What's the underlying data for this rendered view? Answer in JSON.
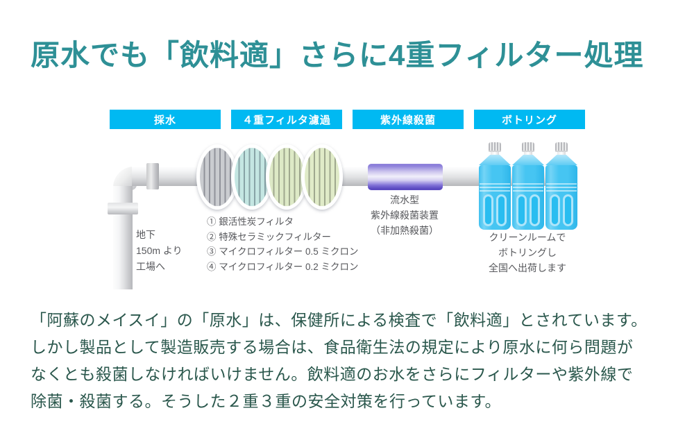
{
  "title": {
    "text": "原水でも「飲料適」さらに4重フィルター処理"
  },
  "steps": [
    {
      "label": "採水"
    },
    {
      "label": "４重フィルタ濾過"
    },
    {
      "label": "紫外線殺菌"
    },
    {
      "label": "ボトリング"
    }
  ],
  "diagram": {
    "source_note": {
      "lines": [
        "地下",
        "150m より",
        "工場へ"
      ]
    },
    "filter_list": {
      "items": [
        "① 銀活性炭フィルタ",
        "② 特殊セラミックフィルター",
        "③ マイクロフィルター 0.5 ミクロン",
        "④ マイクロフィルター 0.2 ミクロン"
      ]
    },
    "uv_note": {
      "lines": [
        "流水型",
        "紫外線殺菌装置",
        "（非加熱殺菌）"
      ]
    },
    "bottling_note": {
      "lines": [
        "クリーンルームで",
        "ボトリングし",
        "全国へ出荷します"
      ]
    }
  },
  "description": {
    "lines": [
      "「阿蘇のメイスイ」の「原水」は、保健所による検査で「飲料適」とされています。",
      "しかし製品として製造販売する場合は、食品衛生法の規定により原水に何ら問題が",
      "なくとも殺菌しなければいけません。飲料適のお水をさらにフィルターや紫外線で",
      "除菌・殺菌する。そうした２重３重の安全対策を行っています。"
    ]
  },
  "colors": {
    "title_teal": "#2e9096",
    "step_bar_cyan": "#00b9f2",
    "description_green": "#2a574c",
    "note_gray": "#57585c",
    "bottle_blue": "#43c4f2",
    "uv_purple": "#5b4ac1",
    "filter_gray": "#caccd0",
    "filter_cyan": "#c4e6e2",
    "filter_green": "#dfeac6",
    "pipe_gray": "#d9dadc"
  }
}
